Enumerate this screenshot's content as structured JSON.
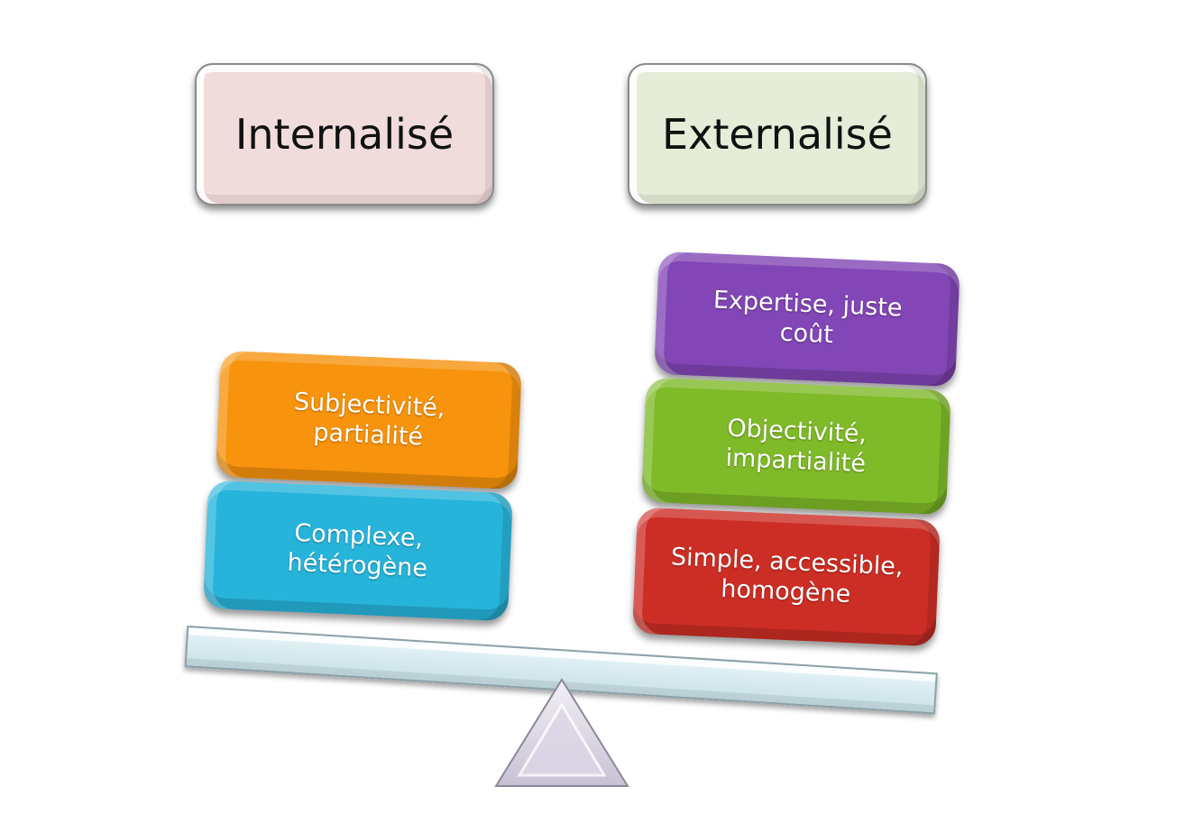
{
  "headers": {
    "internal": "Internalisé",
    "external": "Externalisé"
  },
  "left_blocks": {
    "top": {
      "line1": "Subjectivité,",
      "line2": "partialité"
    },
    "bottom": {
      "line1": "Complexe,",
      "line2": "hétérogène"
    }
  },
  "right_blocks": {
    "top": {
      "line1": "Expertise, juste",
      "line2": "coût"
    },
    "middle": {
      "line1": "Objectivité,",
      "line2": "impartialité"
    },
    "bottom": {
      "line1": "Simple, accessible,",
      "line2": "homogène"
    }
  },
  "colors": {
    "orange": "#f7930c",
    "blue": "#27b4db",
    "purple": "#8246b6",
    "green": "#7fba28",
    "red": "#cc2e25",
    "header_pink": "#f1dcdc",
    "header_green": "#e5edd8"
  }
}
